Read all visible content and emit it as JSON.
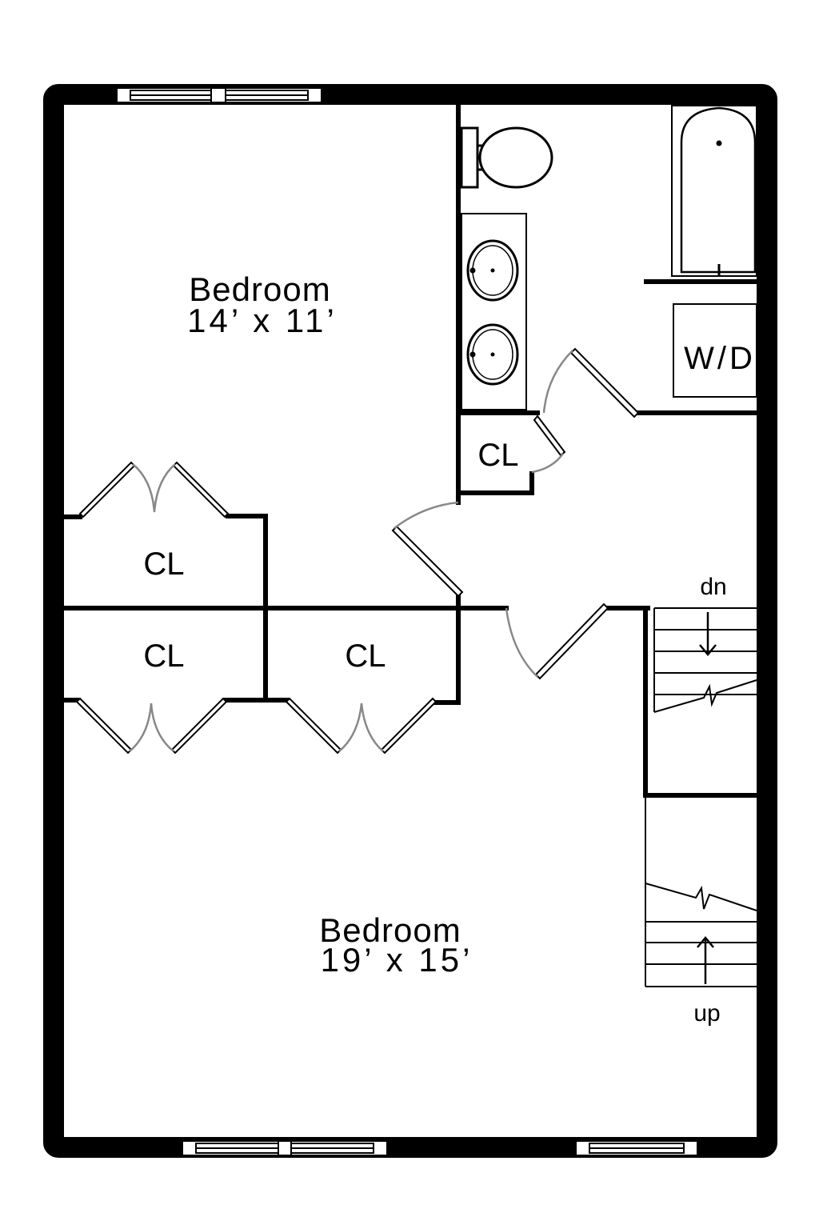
{
  "rooms": {
    "bedroom_top": {
      "name": "Bedroom",
      "size": "14’ x 11’"
    },
    "bedroom_bottom": {
      "name": "Bedroom",
      "size": "19’ x 15’"
    }
  },
  "closet_label": "CL",
  "laundry_label": "W/D",
  "stairs": {
    "down_label": "dn",
    "up_label": "up"
  },
  "colors": {
    "wall": "#000000",
    "door_swing": "#888888",
    "background": "#ffffff"
  }
}
